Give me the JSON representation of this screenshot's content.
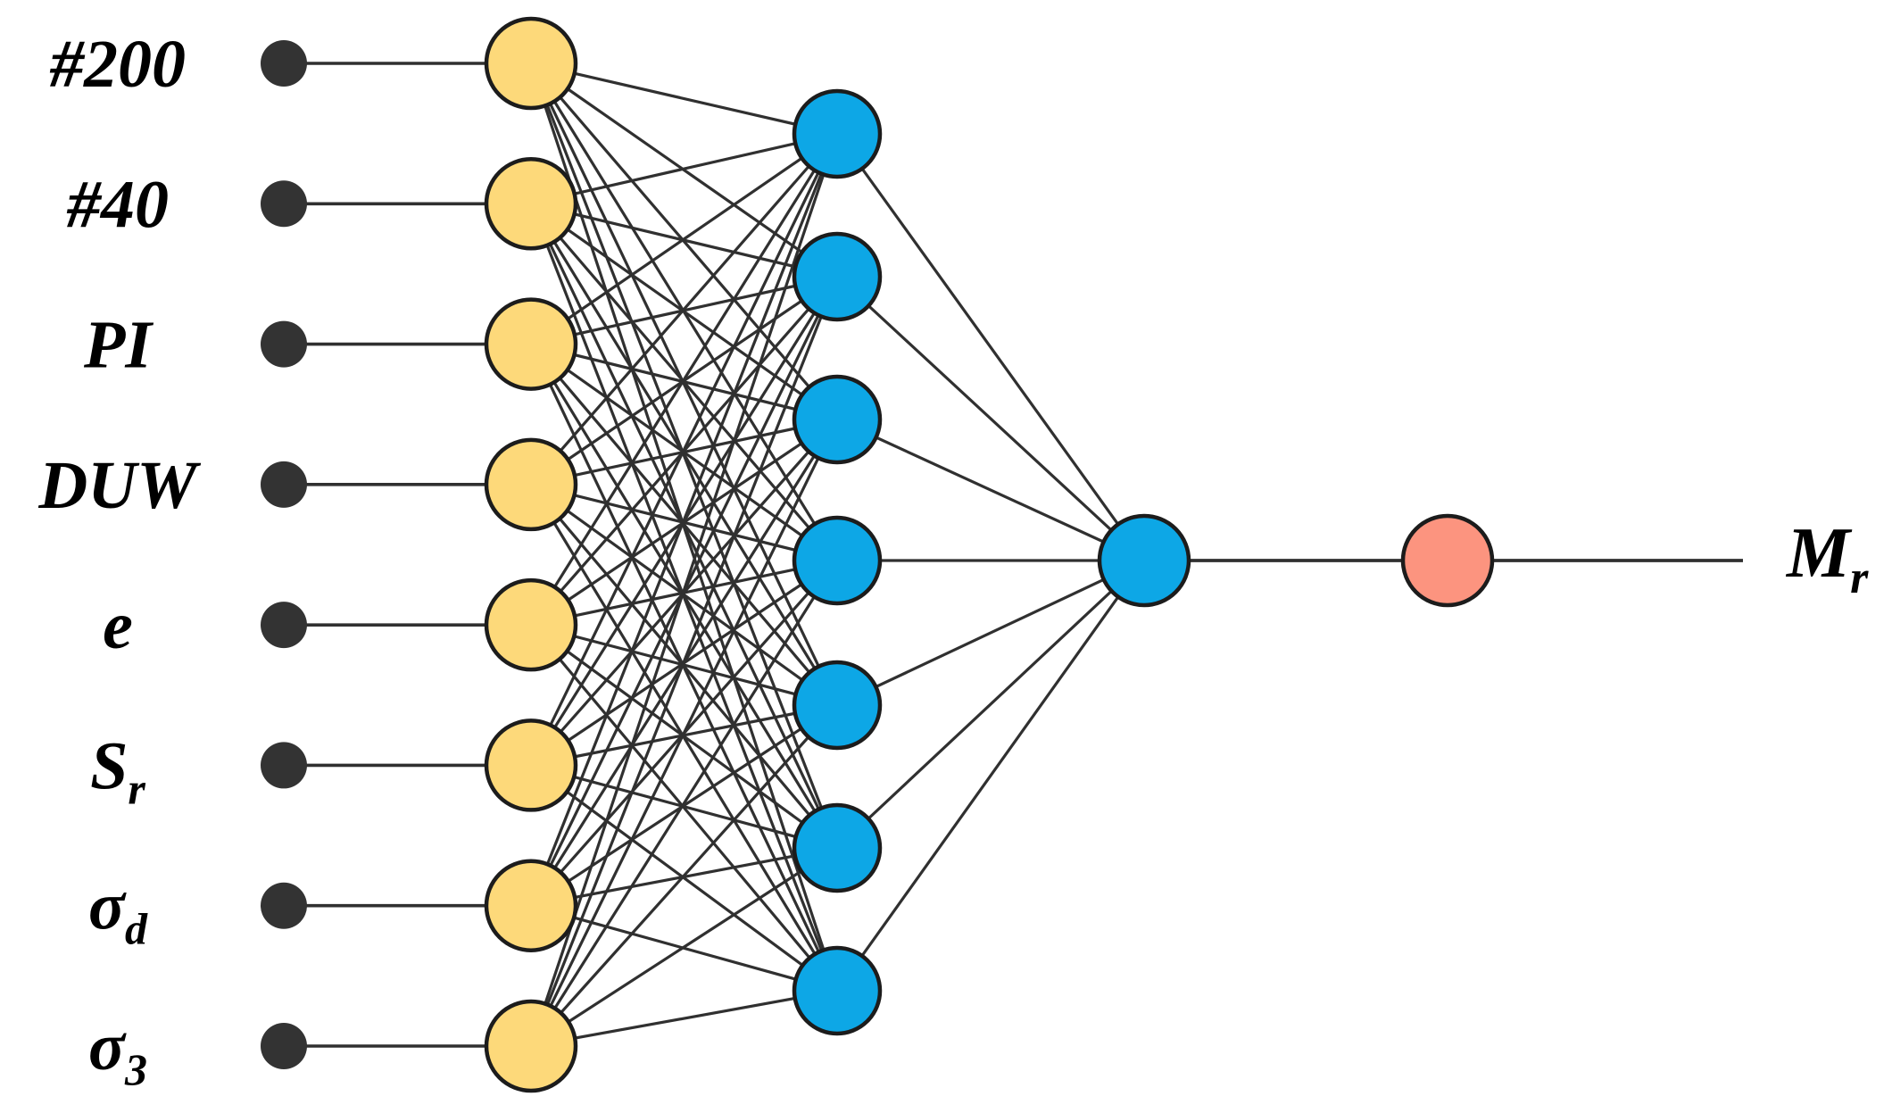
{
  "diagram": {
    "kind": "artificial-neural-network",
    "background_color": "#ffffff",
    "inputs": [
      {
        "label": "#200",
        "subscript": ""
      },
      {
        "label": "#40",
        "subscript": ""
      },
      {
        "label": "PI",
        "subscript": ""
      },
      {
        "label": "DUW",
        "subscript": ""
      },
      {
        "label": "e",
        "subscript": ""
      },
      {
        "label": "S",
        "subscript": "r"
      },
      {
        "label": "σ",
        "subscript": "d"
      },
      {
        "label": "σ",
        "subscript": "3"
      }
    ],
    "output": {
      "label": "M",
      "subscript": "r"
    },
    "layer_sizes": {
      "input_terminals": 8,
      "input_nodes": 8,
      "hidden_nodes": 7,
      "aggregation_nodes": 1,
      "output_nodes": 1
    },
    "connectivity": {
      "input_to_hidden": "fully-connected",
      "hidden_to_aggregation": "fully-connected",
      "aggregation_to_output": "single-link",
      "output_to_label": "single-link"
    },
    "colors": {
      "input_node_fill": "#FDD97A",
      "hidden_node_fill": "#0DA7E6",
      "aggregation_node_fill": "#0DA7E6",
      "output_node_fill": "#FC947F",
      "terminal_dot_fill": "#333333",
      "edge_stroke": "#303030",
      "node_stroke": "#1C1C1C",
      "label_color": "#000000"
    }
  }
}
